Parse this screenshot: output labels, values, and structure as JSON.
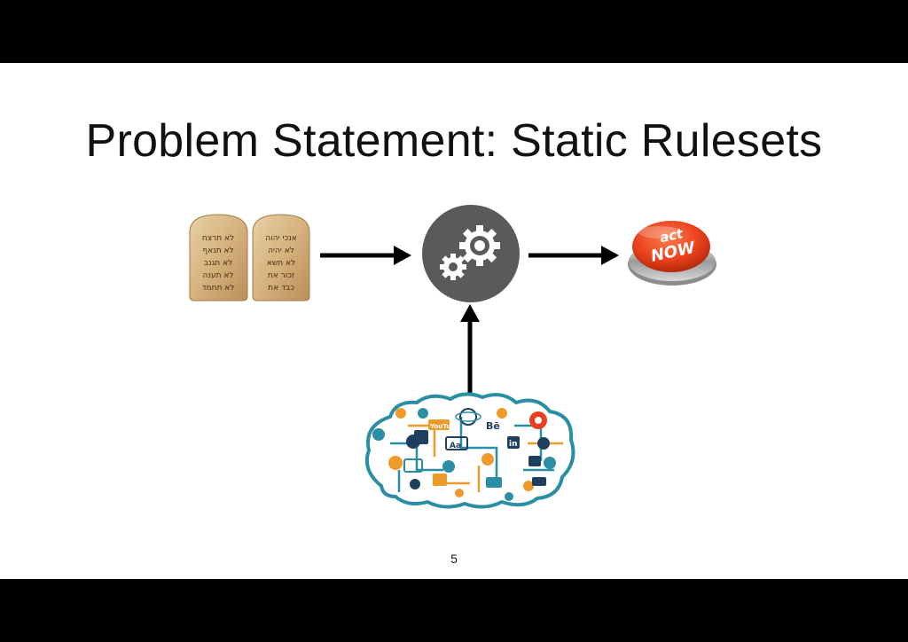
{
  "slide": {
    "title": "Problem Statement: Static Rulesets",
    "page_number": "5",
    "button_text_top": "act",
    "button_text_bottom": "NOW",
    "tablet_left_lines": [
      "לא תרצח",
      "לא תנאף",
      "לא תגנב",
      "לא תענה",
      "לא תחמד"
    ],
    "tablet_right_lines": [
      "אנכי יהוה",
      "לא יהיה",
      "לא תשא",
      "זכור את",
      "כבד את"
    ],
    "cloud_labels": {
      "youtube": "YouTube",
      "behance": "Bē",
      "linkedin": "in",
      "aa": "Aa"
    }
  },
  "colors": {
    "engine": "#5a5a5a",
    "arrow": "#000000",
    "button_red": "#e8401c",
    "tablet_stone": "#d8b884",
    "cloud_teal": "#2a8fa5",
    "cloud_orange": "#ef9b2b",
    "cloud_navy": "#1f3f5f"
  },
  "icons": [
    "stone-tablets-icon",
    "gears-icon",
    "act-now-button-icon",
    "data-cloud-icon"
  ]
}
